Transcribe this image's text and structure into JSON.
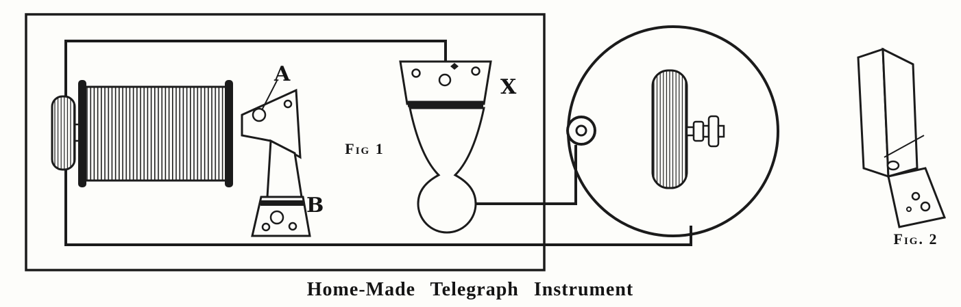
{
  "figure": {
    "caption": "Home-Made Telegraph Instrument",
    "fig1_label": "Fig 1",
    "fig2_label": "Fig. 2",
    "label_armature_top": "A",
    "label_armature_bottom": "B",
    "label_key": "X"
  },
  "colors": {
    "ink": "#1b1b1b",
    "paper": "#fdfdfa"
  }
}
